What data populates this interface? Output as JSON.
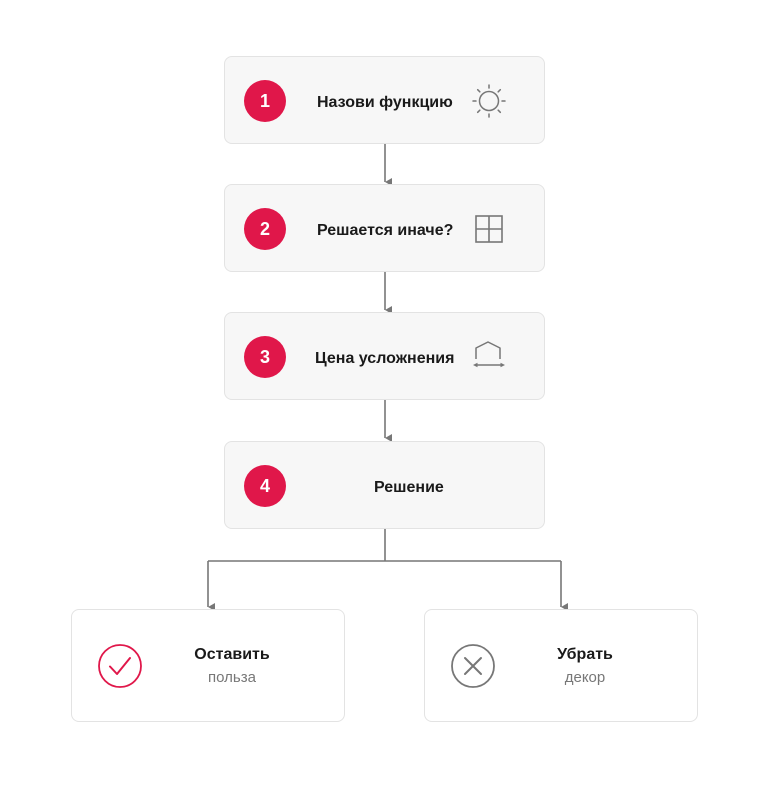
{
  "colors": {
    "accent": "#e0174a",
    "connector": "#777777",
    "box_fill": "#f7f7f7",
    "box_border": "#e3e3e3"
  },
  "steps": [
    {
      "number": "1",
      "label": "Назови функцию",
      "icon": "sun-icon"
    },
    {
      "number": "2",
      "label": "Решается иначе?",
      "icon": "window-grid-icon"
    },
    {
      "number": "3",
      "label": "Цена усложнения",
      "icon": "width-measure-icon"
    },
    {
      "number": "4",
      "label": "Решение"
    }
  ],
  "outcomes": [
    {
      "title": "Оставить",
      "subtitle": "польза",
      "icon": "check-circle-icon"
    },
    {
      "title": "Убрать",
      "subtitle": "декор",
      "icon": "x-circle-icon"
    }
  ]
}
